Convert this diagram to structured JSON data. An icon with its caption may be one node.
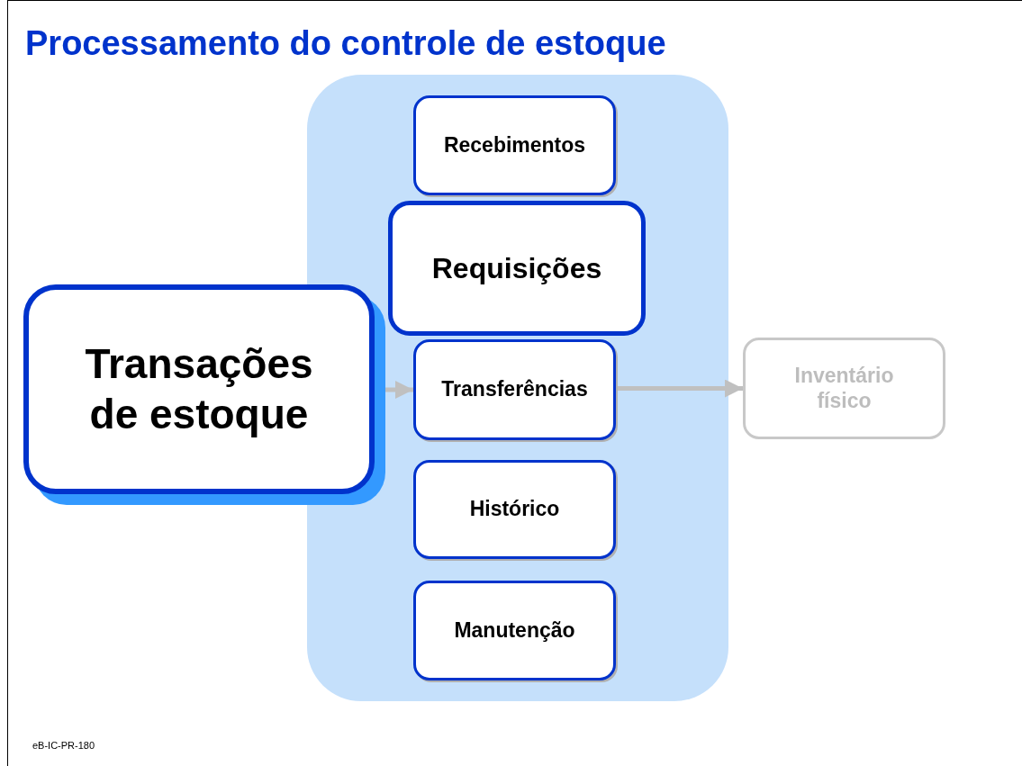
{
  "diagram": {
    "title": "Processamento do controle de estoque",
    "nodes": [
      {
        "text": [
          "Transações de estoque"
        ]
      },
      {
        "text": [],
        "shape": "box"
      },
      {
        "text": [
          "Recebimentos"
        ],
        "in": 1
      },
      {
        "text": [
          "Requisições"
        ],
        "in": 1
      },
      {
        "text": [
          "Transferências"
        ],
        "in": 1
      },
      {
        "text": [
          "Histórico"
        ],
        "in": 1
      },
      {
        "text": [
          "Manutenção"
        ],
        "in": 1
      },
      {
        "text": [
          "Inventário físico"
        ]
      }
    ],
    "edges": [
      {
        "from": 0,
        "to": 4,
        "arrow": "to"
      },
      {
        "from": 4,
        "to": 7,
        "arrow": "to"
      }
    ],
    "labels": [
      "eB-IC-PR-180"
    ]
  }
}
